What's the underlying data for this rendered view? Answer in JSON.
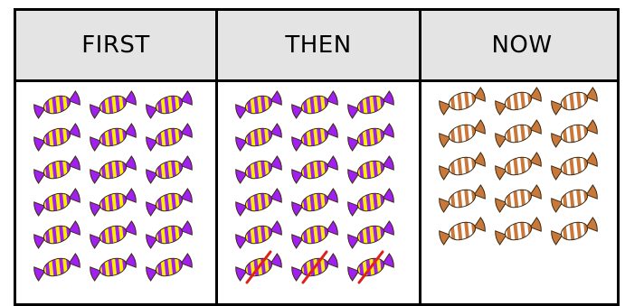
{
  "columns": [
    {
      "header": "FIRST",
      "candy_count": 18,
      "crossed_out": 0,
      "candy_color": "#a020f0",
      "stripe_color": "#ffee00"
    },
    {
      "header": "THEN",
      "candy_count": 18,
      "crossed_out": 3,
      "candy_color": "#a020f0",
      "stripe_color": "#ffee00"
    },
    {
      "header": "NOW",
      "candy_count": 15,
      "crossed_out": 0,
      "candy_color": "#c8783a",
      "stripe_color": "#ffffff"
    }
  ],
  "colors": {
    "cross": "#e0201c",
    "header_bg": "#e4e4e4",
    "border": "#000000"
  }
}
